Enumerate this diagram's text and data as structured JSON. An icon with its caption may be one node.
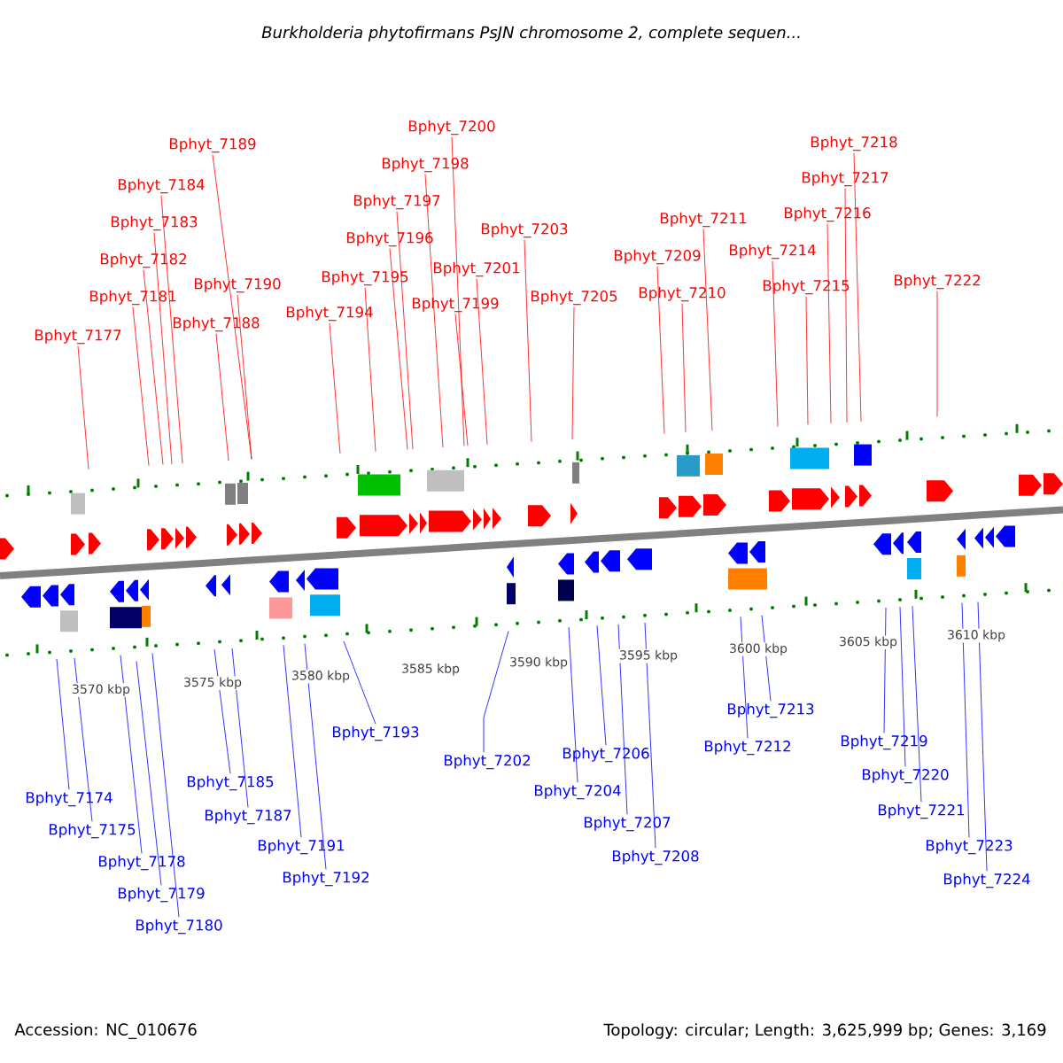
{
  "diagram": {
    "title": "Burkholderia phytofirmans PsJN chromosome 2, complete sequen...",
    "nodes": [
      {
        "text": [
          "Bphyt_7189"
        ]
      },
      {
        "text": [
          "Bphyt_7184"
        ]
      },
      {
        "text": [
          "Bphyt_7183"
        ]
      },
      {
        "text": [
          "Bphyt_7182"
        ]
      },
      {
        "text": [
          "Bphyt_7181"
        ]
      },
      {
        "text": [
          "Bphyt_7177"
        ]
      },
      {
        "text": [
          "Bphyt_7190"
        ]
      },
      {
        "text": [
          "Bphyt_7188"
        ]
      },
      {
        "text": [
          "Bphyt_7194"
        ]
      },
      {
        "text": [
          "Bphyt_7195"
        ]
      },
      {
        "text": [
          "Bphyt_7196"
        ]
      },
      {
        "text": [
          "Bphyt_7197"
        ]
      },
      {
        "text": [
          "Bphyt_7198"
        ]
      },
      {
        "text": [
          "Bphyt_7200"
        ]
      },
      {
        "text": [
          "Bphyt_7201"
        ]
      },
      {
        "text": [
          "Bphyt_7199"
        ]
      },
      {
        "text": [
          "Bphyt_7203"
        ]
      },
      {
        "text": [
          "Bphyt_7205"
        ]
      },
      {
        "text": [
          "Bphyt_7209"
        ]
      },
      {
        "text": [
          "Bphyt_7211"
        ]
      },
      {
        "text": [
          "Bphyt_7210"
        ]
      },
      {
        "text": [
          "Bphyt_7214"
        ]
      },
      {
        "text": [
          "Bphyt_7215"
        ]
      },
      {
        "text": [
          "Bphyt_7216"
        ]
      },
      {
        "text": [
          "Bphyt_7217"
        ]
      },
      {
        "text": [
          "Bphyt_7218"
        ]
      },
      {
        "text": [
          "Bphyt_7222"
        ]
      },
      {
        "text": [
          "Bphyt_7174"
        ]
      },
      {
        "text": [
          "Bphyt_7175"
        ]
      },
      {
        "text": [
          "Bphyt_7178"
        ]
      },
      {
        "text": [
          "Bphyt_7179"
        ]
      },
      {
        "text": [
          "Bphyt_7180"
        ]
      },
      {
        "text": [
          "Bphyt_7185"
        ]
      },
      {
        "text": [
          "Bphyt_7187"
        ]
      },
      {
        "text": [
          "Bphyt_7191"
        ]
      },
      {
        "text": [
          "Bphyt_7192"
        ]
      },
      {
        "text": [
          "Bphyt_7193"
        ]
      },
      {
        "text": [
          "Bphyt_7202"
        ]
      },
      {
        "text": [
          "Bphyt_7206"
        ]
      },
      {
        "text": [
          "Bphyt_7204"
        ]
      },
      {
        "text": [
          "Bphyt_7207"
        ]
      },
      {
        "text": [
          "Bphyt_7208"
        ]
      },
      {
        "text": [
          "Bphyt_7213"
        ]
      },
      {
        "text": [
          "Bphyt_7212"
        ]
      },
      {
        "text": [
          "Bphyt_7219"
        ]
      },
      {
        "text": [
          "Bphyt_7220"
        ]
      },
      {
        "text": [
          "Bphyt_7221"
        ]
      },
      {
        "text": [
          "Bphyt_7223"
        ]
      },
      {
        "text": [
          "Bphyt_7224"
        ]
      }
    ],
    "edges": [
      {
        "from": 0,
        "to": null,
        "arrow": "none"
      },
      {
        "from": 1,
        "to": null,
        "arrow": "none"
      },
      {
        "from": 2,
        "to": null,
        "arrow": "none"
      },
      {
        "from": 3,
        "to": null,
        "arrow": "none"
      },
      {
        "from": 4,
        "to": null,
        "arrow": "none"
      },
      {
        "from": 5,
        "to": null,
        "arrow": "none"
      },
      {
        "from": 6,
        "to": null,
        "arrow": "none"
      },
      {
        "from": 7,
        "to": null,
        "arrow": "none"
      },
      {
        "from": 8,
        "to": null,
        "arrow": "none"
      },
      {
        "from": 9,
        "to": null,
        "arrow": "none"
      },
      {
        "from": 10,
        "to": null,
        "arrow": "none"
      },
      {
        "from": 11,
        "to": null,
        "arrow": "none"
      },
      {
        "from": 12,
        "to": null,
        "arrow": "none"
      },
      {
        "from": 13,
        "to": null,
        "arrow": "none"
      },
      {
        "from": 14,
        "to": null,
        "arrow": "none"
      },
      {
        "from": 15,
        "to": null,
        "arrow": "none"
      },
      {
        "from": 16,
        "to": null,
        "arrow": "none"
      },
      {
        "from": 17,
        "to": null,
        "arrow": "none"
      },
      {
        "from": 18,
        "to": null,
        "arrow": "none"
      },
      {
        "from": 19,
        "to": null,
        "arrow": "none"
      },
      {
        "from": 20,
        "to": null,
        "arrow": "none"
      },
      {
        "from": 21,
        "to": null,
        "arrow": "none"
      },
      {
        "from": 22,
        "to": null,
        "arrow": "none"
      },
      {
        "from": 23,
        "to": null,
        "arrow": "none"
      },
      {
        "from": 24,
        "to": null,
        "arrow": "none"
      },
      {
        "from": 25,
        "to": null,
        "arrow": "none"
      },
      {
        "from": 26,
        "to": null,
        "arrow": "none"
      },
      {
        "from": 27,
        "to": null,
        "arrow": "none",
        "color": "#0000ff"
      },
      {
        "from": 28,
        "to": null,
        "arrow": "none",
        "color": "#0000ff"
      },
      {
        "from": 29,
        "to": null,
        "arrow": "none",
        "color": "#0000ff"
      },
      {
        "from": 30,
        "to": null,
        "arrow": "none",
        "color": "#0000ff"
      },
      {
        "from": 31,
        "to": null,
        "arrow": "none",
        "color": "#0000ff"
      },
      {
        "from": 32,
        "to": null,
        "arrow": "none",
        "color": "#0000ff"
      },
      {
        "from": 33,
        "to": null,
        "arrow": "none",
        "color": "#0000ff"
      },
      {
        "from": 34,
        "to": null,
        "arrow": "none",
        "color": "#0000ff"
      },
      {
        "from": 35,
        "to": null,
        "arrow": "none",
        "color": "#0000ff"
      },
      {
        "from": 36,
        "to": null,
        "arrow": "none",
        "color": "#0000ff"
      },
      {
        "from": 37,
        "to": null,
        "arrow": "none",
        "color": "#0000ff"
      },
      {
        "from": 38,
        "to": null,
        "arrow": "none",
        "color": "#0000ff"
      },
      {
        "from": 39,
        "to": null,
        "arrow": "none",
        "color": "#0000ff"
      },
      {
        "from": 40,
        "to": null,
        "arrow": "none",
        "color": "#0000ff"
      },
      {
        "from": 41,
        "to": null,
        "arrow": "none",
        "color": "#0000ff"
      },
      {
        "from": 42,
        "to": null,
        "arrow": "none",
        "color": "#0000ff"
      },
      {
        "from": 43,
        "to": null,
        "arrow": "none",
        "color": "#0000ff"
      },
      {
        "from": 44,
        "to": null,
        "arrow": "none",
        "color": "#0000ff"
      },
      {
        "from": 45,
        "to": null,
        "arrow": "none",
        "color": "#0000ff"
      },
      {
        "from": 46,
        "to": null,
        "arrow": "none",
        "color": "#0000ff"
      },
      {
        "from": 47,
        "to": null,
        "arrow": "none",
        "color": "#0000ff"
      },
      {
        "from": 48,
        "to": null,
        "arrow": "none",
        "color": "#0000ff"
      }
    ],
    "labels": [
      "3570 kbp",
      "3575 kbp",
      "3580 kbp",
      "3585 kbp",
      "3590 kbp",
      "3595 kbp",
      "3600 kbp",
      "3605 kbp",
      "3610 kbp",
      "Accession: NC_010676",
      "Topology: circular; Length: 3,625,999 bp; Genes: 3,169"
    ]
  }
}
